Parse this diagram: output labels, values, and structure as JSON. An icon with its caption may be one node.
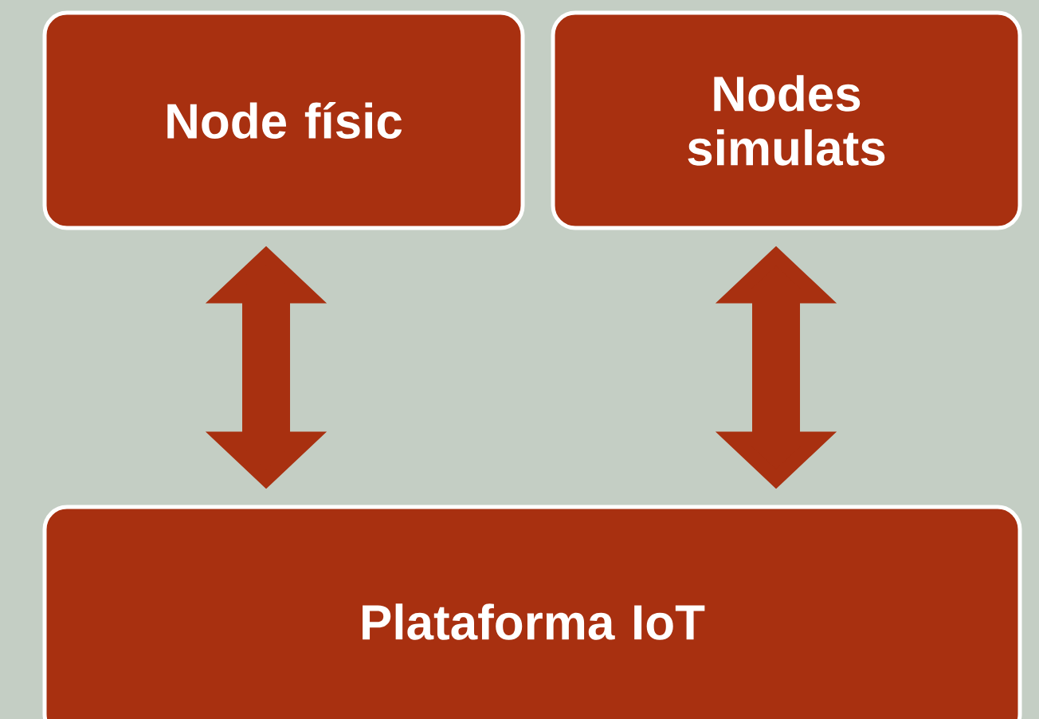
{
  "diagram": {
    "nodes": [
      {
        "text": [
          "Node físic"
        ]
      },
      {
        "text": [
          "Nodes simulats"
        ]
      },
      {
        "text": [
          "Plataforma IoT"
        ]
      }
    ],
    "edges": [
      {
        "from": 0,
        "to": 2,
        "arrow": "both"
      },
      {
        "from": 1,
        "to": 2,
        "arrow": "both"
      }
    ]
  }
}
